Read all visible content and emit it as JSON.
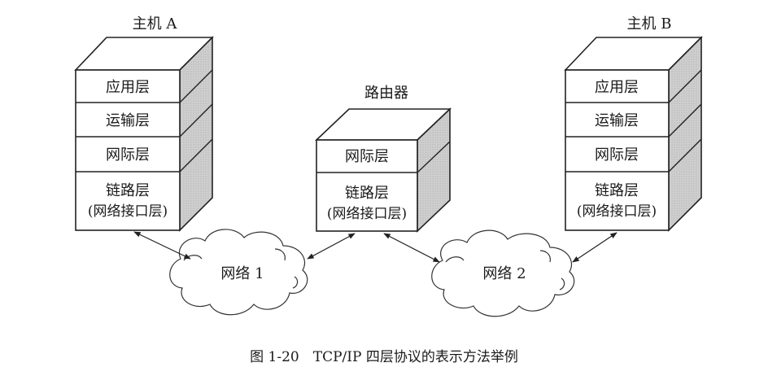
{
  "host_a": {
    "title": "主机 A",
    "layers": [
      "应用层",
      "运输层",
      "网际层",
      "链路层"
    ],
    "link_sub": "(网络接口层)"
  },
  "router": {
    "title": "路由器",
    "layers": [
      "网际层",
      "链路层"
    ],
    "link_sub": "(网络接口层)"
  },
  "host_b": {
    "title": "主机 B",
    "layers": [
      "应用层",
      "运输层",
      "网际层",
      "链路层"
    ],
    "link_sub": "(网络接口层)"
  },
  "networks": {
    "net1": "网络 1",
    "net2": "网络 2"
  },
  "caption": "图 1-20　TCP/IP 四层协议的表示方法举例"
}
